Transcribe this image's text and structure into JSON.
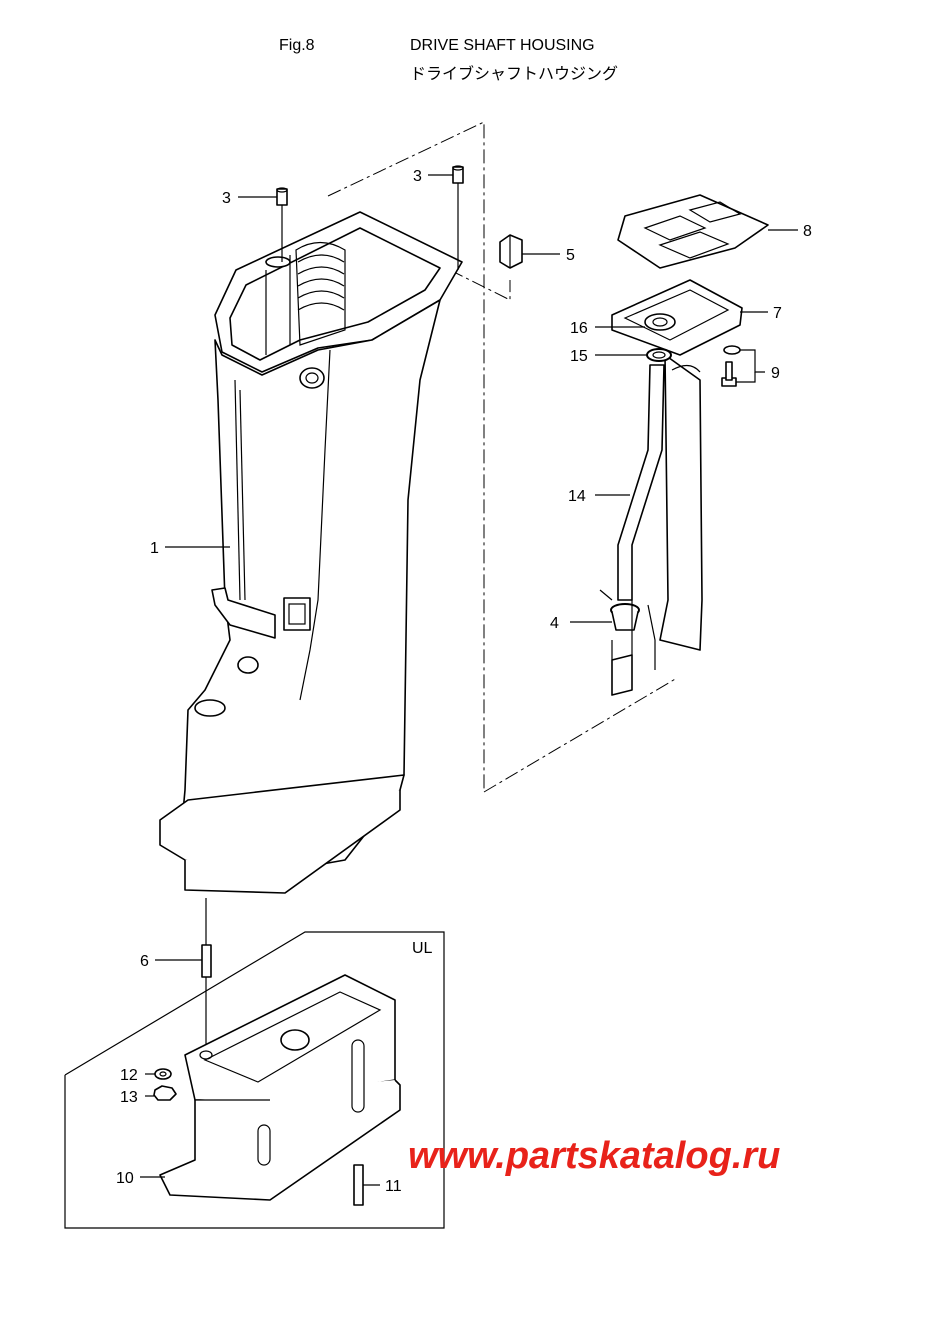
{
  "header": {
    "fig_label": "Fig.8",
    "title_en": "DRIVE SHAFT HOUSING",
    "title_jp": "ドライブシャフトハウジング"
  },
  "callouts": {
    "c1": "1",
    "c3a": "3",
    "c3b": "3",
    "c4": "4",
    "c5": "5",
    "c6": "6",
    "c7": "7",
    "c8": "8",
    "c9": "9",
    "c10": "10",
    "c11": "11",
    "c12": "12",
    "c13": "13",
    "c14": "14",
    "c15": "15",
    "c16": "16"
  },
  "inset_label": "UL",
  "watermark": "www.partskatalog.ru",
  "colors": {
    "line": "#000000",
    "watermark": "#e8221a",
    "background": "#ffffff"
  }
}
